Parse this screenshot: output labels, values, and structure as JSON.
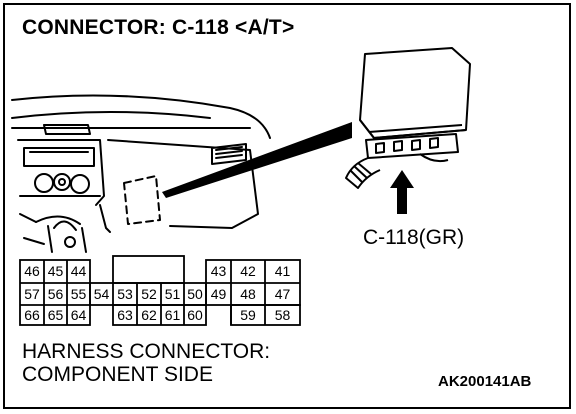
{
  "title": "CONNECTOR: C-118 <A/T>",
  "connector_label": "C-118(GR)",
  "harness_caption": {
    "line1": "HARNESS CONNECTOR:",
    "line2": "COMPONENT SIDE"
  },
  "figure_code": "AK200141AB",
  "pins": {
    "row1": [
      "46",
      "45",
      "44",
      "43",
      "42",
      "41"
    ],
    "row2": [
      "57",
      "56",
      "55",
      "54",
      "53",
      "52",
      "51",
      "50",
      "49",
      "48",
      "47"
    ],
    "row3": [
      "66",
      "65",
      "64",
      "63",
      "62",
      "61",
      "60",
      "59",
      "58"
    ]
  }
}
